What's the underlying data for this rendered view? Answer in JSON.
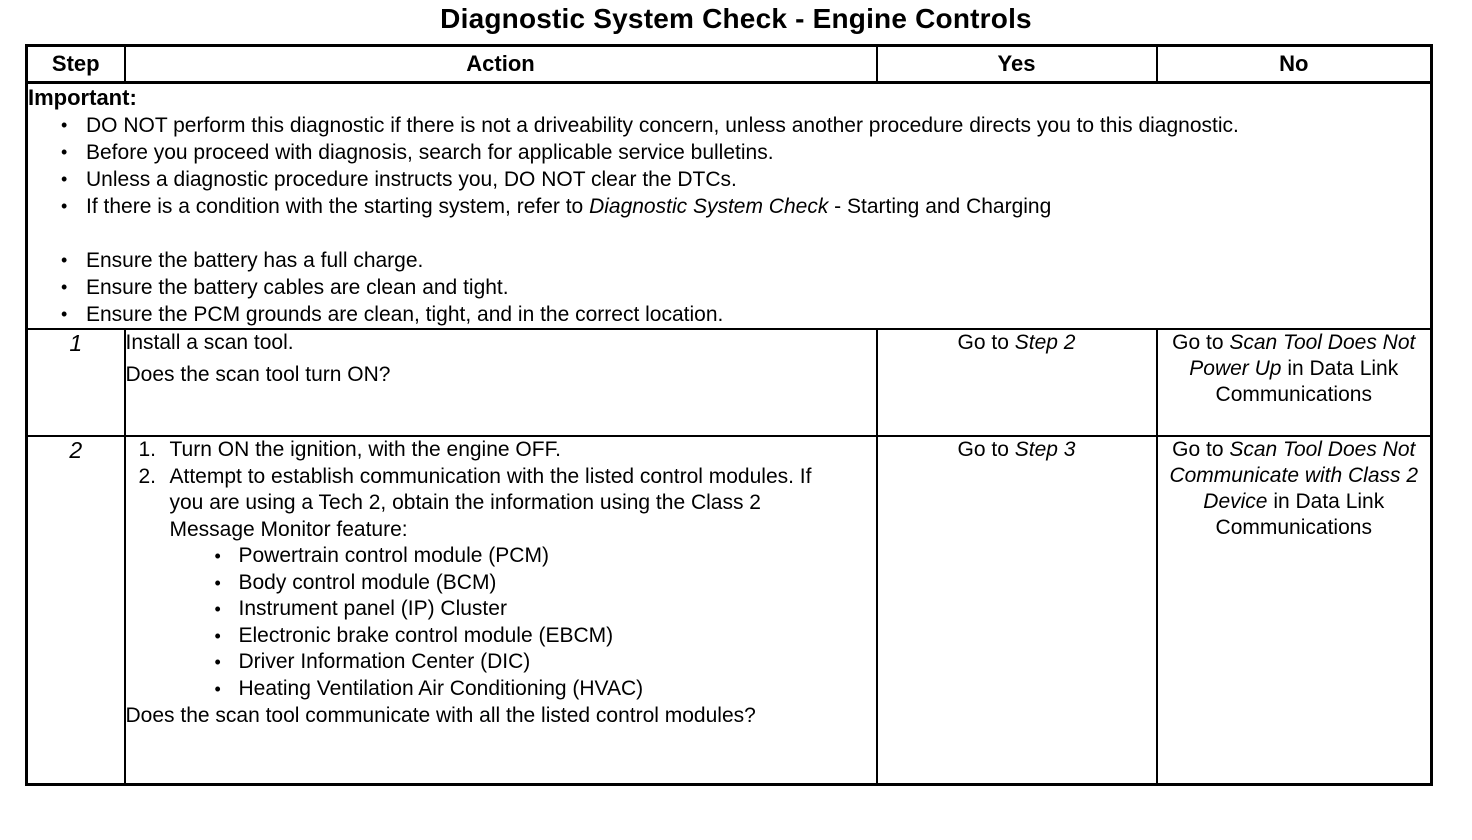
{
  "title": "Diagnostic System Check - Engine Controls",
  "glyphs": {
    "bullet": "•"
  },
  "headers": {
    "step": "Step",
    "action": "Action",
    "yes": "Yes",
    "no": "No"
  },
  "important": {
    "label": "Important:",
    "groups": [
      {
        "items": [
          [
            {
              "t": "DO NOT perform this diagnostic if there is not a driveability concern, unless another procedure directs you to this diagnostic."
            }
          ],
          [
            {
              "t": "Before you proceed with diagnosis, search for applicable service bulletins."
            }
          ],
          [
            {
              "t": "Unless a diagnostic procedure instructs you, DO NOT clear the DTCs."
            }
          ],
          [
            {
              "t": "If there is a condition with the starting system, refer to "
            },
            {
              "t": "Diagnostic System Check",
              "i": true
            },
            {
              "t": " - Starting and Charging"
            }
          ]
        ]
      },
      {
        "items": [
          [
            {
              "t": "Ensure the battery has a full charge."
            }
          ],
          [
            {
              "t": "Ensure the battery cables are clean and tight."
            }
          ],
          [
            {
              "t": "Ensure the PCM grounds are clean, tight, and in the correct location."
            }
          ]
        ]
      }
    ]
  },
  "rows": [
    {
      "step": "1",
      "action": {
        "lines": [
          "Install a scan tool.",
          "Does the scan tool turn ON?"
        ]
      },
      "yes": [
        {
          "t": "Go to "
        },
        {
          "t": "Step 2",
          "i": true
        }
      ],
      "no": [
        {
          "t": "Go to "
        },
        {
          "t": "Scan Tool Does Not Power Up",
          "i": true
        },
        {
          "t": " in Data Link Communications"
        }
      ]
    },
    {
      "step": "2",
      "action": {
        "numbered": [
          {
            "num": "1.",
            "text": "Turn ON the ignition, with the engine OFF."
          },
          {
            "num": "2.",
            "text": "Attempt to establish communication with the listed control modules. If you are using a Tech 2, obtain the information using the Class 2 Message Monitor feature:"
          }
        ],
        "modules": [
          "Powertrain control module (PCM)",
          "Body control module (BCM)",
          "Instrument panel (IP) Cluster",
          "Electronic brake control module (EBCM)",
          "Driver Information Center (DIC)",
          "Heating Ventilation Air Conditioning (HVAC)"
        ],
        "question": "Does the scan tool communicate with all the listed control modules?"
      },
      "yes": [
        {
          "t": "Go to "
        },
        {
          "t": "Step 3",
          "i": true
        }
      ],
      "no": [
        {
          "t": "Go to "
        },
        {
          "t": "Scan Tool Does Not Communicate with Class 2 Device",
          "i": true
        },
        {
          "t": " in Data Link Communications"
        }
      ]
    }
  ]
}
